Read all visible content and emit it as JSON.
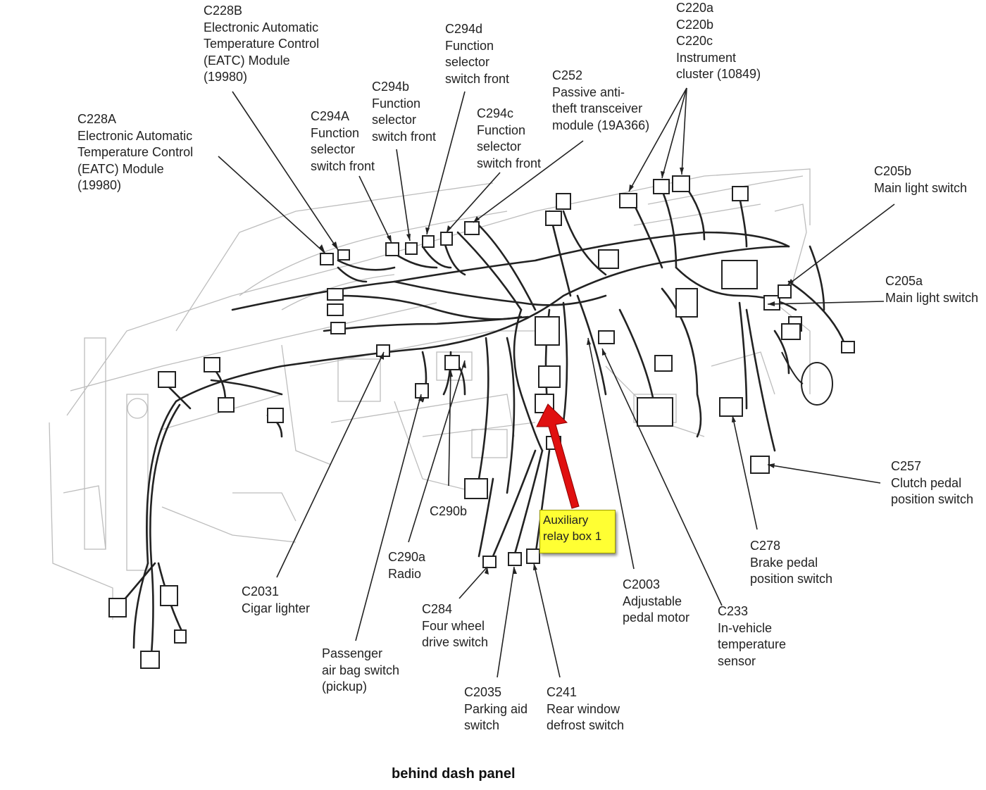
{
  "caption": "behind dash panel",
  "callout": {
    "lines": [
      "Auxiliary",
      "relay box 1"
    ]
  },
  "labels": {
    "c228b": [
      "C228B",
      "Electronic Automatic",
      "Temperature Control",
      "(EATC) Module",
      "(19980)"
    ],
    "c228a": [
      "C228A",
      "Electronic Automatic",
      "Temperature Control",
      "(EATC) Module",
      "(19980)"
    ],
    "c294a": [
      "C294A",
      "Function",
      "selector",
      "switch front"
    ],
    "c294b": [
      "C294b",
      "Function",
      "selector",
      "switch front"
    ],
    "c294d": [
      "C294d",
      "Function",
      "selector",
      "switch front"
    ],
    "c294c": [
      "C294c",
      "Function",
      "selector",
      "switch front"
    ],
    "c252": [
      "C252",
      "Passive anti-",
      "theft transceiver",
      "module (19A366)"
    ],
    "c220": [
      "C220a",
      "C220b",
      "C220c",
      "Instrument",
      "cluster (10849)"
    ],
    "c205b": [
      "C205b",
      "Main light switch"
    ],
    "c205a": [
      "C205a",
      "Main light switch"
    ],
    "c257": [
      "C257",
      "Clutch pedal",
      "position switch"
    ],
    "c278": [
      "C278",
      "Brake pedal",
      "position switch"
    ],
    "c233": [
      "C233",
      "In-vehicle",
      "temperature",
      "sensor"
    ],
    "c2003": [
      "C2003",
      "Adjustable",
      "pedal motor"
    ],
    "c241": [
      "C241",
      "Rear window",
      "defrost switch"
    ],
    "c2035": [
      "C2035",
      "Parking aid",
      "switch"
    ],
    "c284": [
      "C284",
      "Four wheel",
      "drive switch"
    ],
    "c290a": [
      "C290a",
      "Radio"
    ],
    "c290b": [
      "C290b"
    ],
    "pass_airbag": [
      "Passenger",
      "air bag switch",
      "(pickup)"
    ],
    "c2031": [
      "C2031",
      "Cigar lighter"
    ]
  },
  "colors": {
    "arrow": "#e01010",
    "callout_bg": "#ffff33",
    "line": "#222222",
    "outline": "#b8b8b8"
  }
}
